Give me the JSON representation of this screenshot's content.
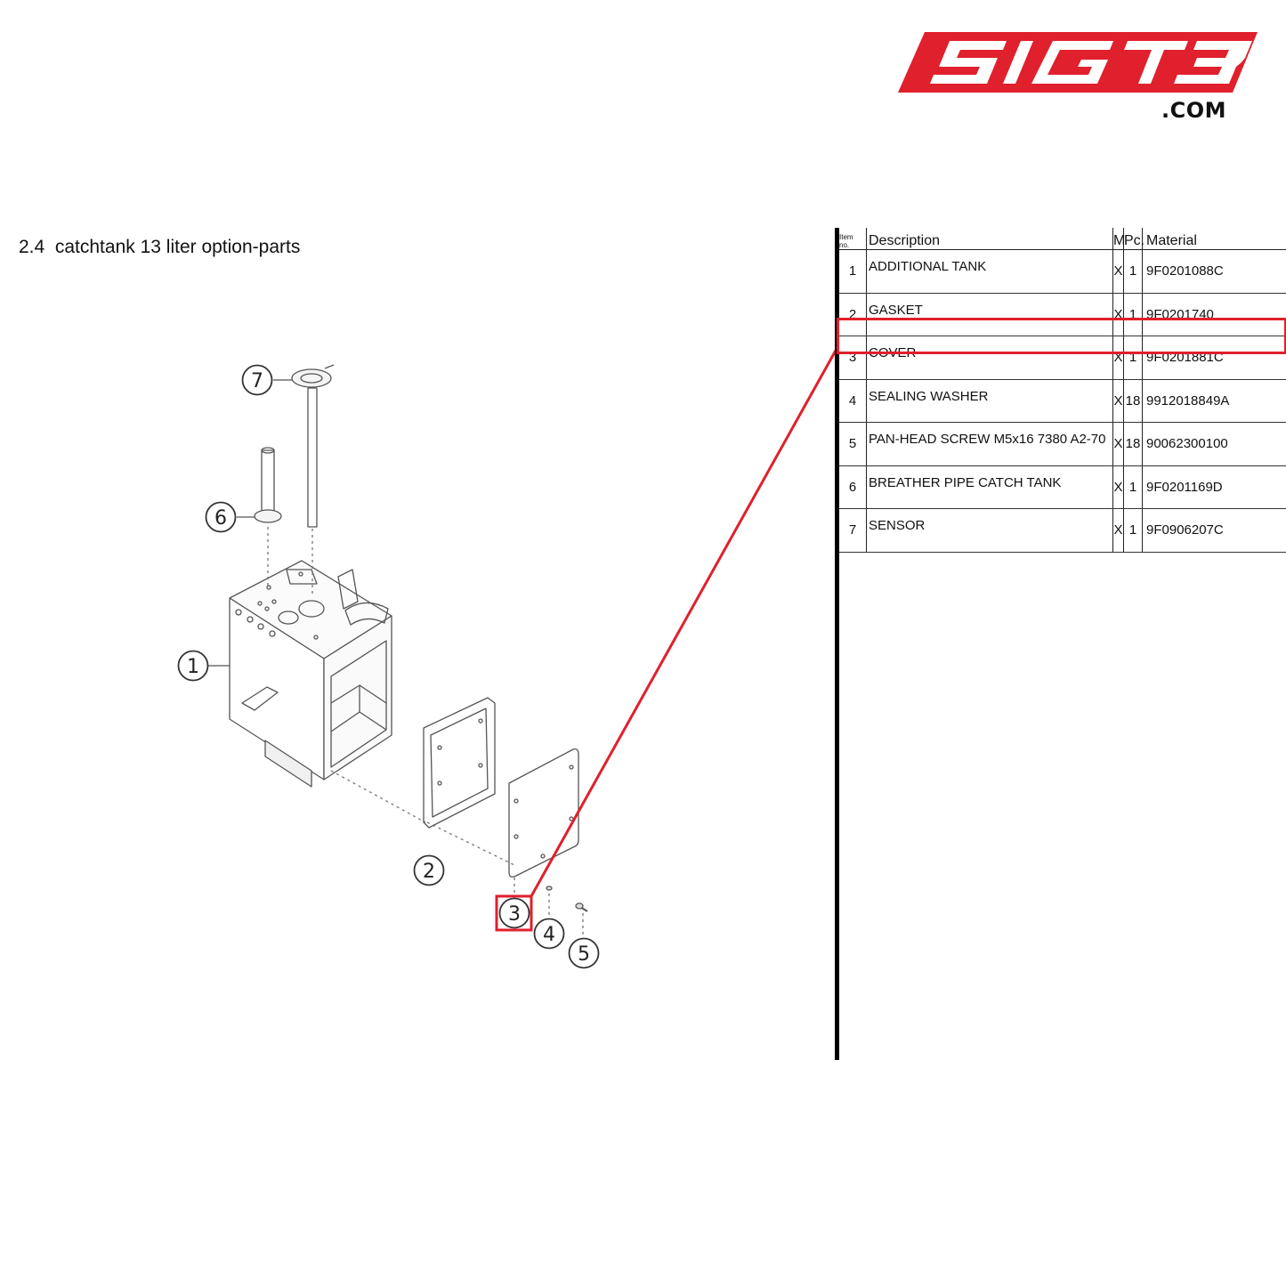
{
  "logo": {
    "text": "SIGT3",
    "suffix": ".COM",
    "color": "#e0202c"
  },
  "page_title": "2.4  catchtank 13 liter option-parts",
  "table": {
    "columns": [
      "Item no.",
      "Description",
      "M",
      "Pc.",
      "Material"
    ],
    "rows": [
      {
        "item": "1",
        "description": "ADDITIONAL TANK",
        "m": "X",
        "pc": "1",
        "material": "9F0201088C"
      },
      {
        "item": "2",
        "description": "GASKET",
        "m": "X",
        "pc": "1",
        "material": "9F0201740"
      },
      {
        "item": "3",
        "description": "COVER",
        "m": "X",
        "pc": "1",
        "material": "9F0201881C"
      },
      {
        "item": "4",
        "description": "SEALING WASHER",
        "m": "X",
        "pc": "18",
        "material": "9912018849A"
      },
      {
        "item": "5",
        "description": "PAN-HEAD SCREW M5x16 7380 A2-70",
        "m": "X",
        "pc": "18",
        "material": "90062300100"
      },
      {
        "item": "6",
        "description": "BREATHER PIPE CATCH TANK",
        "m": "X",
        "pc": "1",
        "material": "9F0201169D"
      },
      {
        "item": "7",
        "description": "SENSOR",
        "m": "X",
        "pc": "1",
        "material": "9F0906207C"
      }
    ],
    "highlighted_item": "3"
  },
  "callouts": [
    "1",
    "2",
    "3",
    "4",
    "5",
    "6",
    "7"
  ],
  "highlight_color": "#e0202c"
}
